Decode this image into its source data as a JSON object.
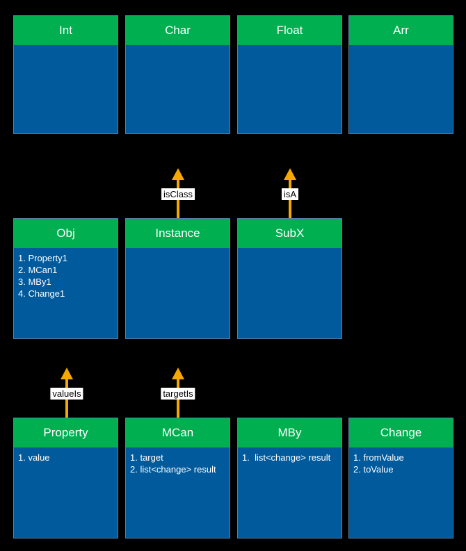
{
  "colors": {
    "background": "#000000",
    "header": "#00b050",
    "body": "#005a9c",
    "arrow": "#f5a800"
  },
  "boxes": {
    "int": {
      "title": "Int",
      "items": []
    },
    "char": {
      "title": "Char",
      "items": []
    },
    "float": {
      "title": "Float",
      "items": []
    },
    "arr": {
      "title": "Arr",
      "items": []
    },
    "obj": {
      "title": "Obj",
      "items": [
        "1. Property1",
        "2. MCan1",
        "3. MBy1",
        "4. Change1"
      ]
    },
    "instance": {
      "title": "Instance",
      "items": []
    },
    "subx": {
      "title": "SubX",
      "items": []
    },
    "property": {
      "title": "Property",
      "items": [
        "1. value"
      ]
    },
    "mcan": {
      "title": "MCan",
      "items": [
        "1. target",
        "2. list<change> result"
      ]
    },
    "mby": {
      "title": "MBy",
      "items": [
        "1.  list<change> result"
      ]
    },
    "change": {
      "title": "Change",
      "items": [
        "1. fromValue",
        "2. toValue"
      ]
    }
  },
  "arrows": {
    "isclass": {
      "label": "isClass"
    },
    "isa": {
      "label": "isA"
    },
    "valueis": {
      "label": "valueIs"
    },
    "targetis": {
      "label": "targetIs"
    }
  }
}
